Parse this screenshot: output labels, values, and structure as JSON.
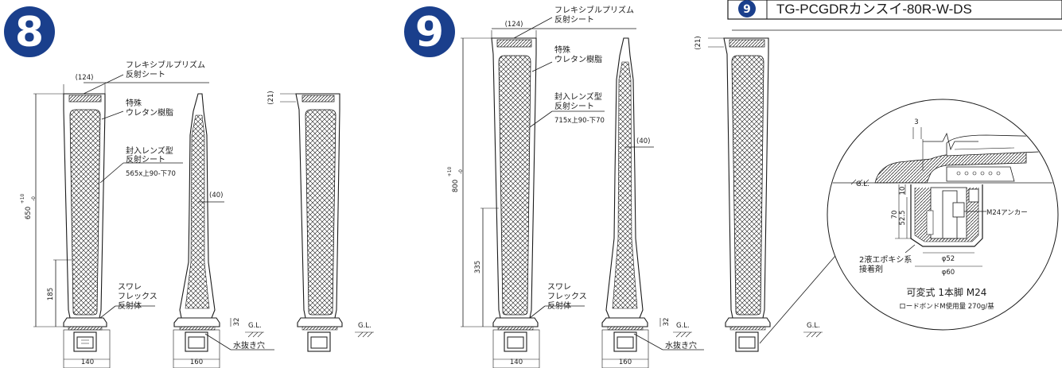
{
  "header": {
    "badge": "9",
    "product": "TG-PCGDRカンスイ-80R-W-DS"
  },
  "figure8": {
    "number": "8",
    "label_prism": [
      "フレキシブルプリズム",
      "反射シート"
    ],
    "label_special": [
      "特殊",
      "ウレタン樹脂"
    ],
    "label_lens": [
      "封入レンズ型",
      "反射シート"
    ],
    "lens_size": "565x上90-下70",
    "label_base": [
      "スワレ",
      "フレックス",
      "反射体"
    ],
    "dim_top": "(124)",
    "dim_height": "650",
    "dim_height_tol": "+10",
    "dim_height_tol2": "-0",
    "dim_lower": "185",
    "dim_thick": "(40)",
    "dim_21": "(21)",
    "dim_32": "32",
    "gl": "G.L.",
    "width_left": "140",
    "width_mid": "160",
    "drain": "水抜き穴"
  },
  "figure9": {
    "number": "9",
    "label_prism": [
      "フレキシブルプリズム",
      "反射シート"
    ],
    "label_special": [
      "特殊",
      "ウレタン樹脂"
    ],
    "label_lens": [
      "封入レンズ型",
      "反射シート"
    ],
    "lens_size": "715x上90-下70",
    "label_base": [
      "スワレ",
      "フレックス",
      "反射体"
    ],
    "dim_top": "(124)",
    "dim_height": "800",
    "dim_height_tol": "+10",
    "dim_height_tol2": "-0",
    "dim_lower": "335",
    "dim_thick": "(40)",
    "dim_21": "(21)",
    "dim_32": "32",
    "gl": "G.L.",
    "width_left": "140",
    "width_mid": "160",
    "drain": "水抜き穴"
  },
  "detail": {
    "dim_3": "3",
    "dim_10": "10",
    "dim_70": "70",
    "dim_52_5": "52.5",
    "gl": "G.L.",
    "anchor": "M24アンカー",
    "adhesive": [
      "2液エポキシ系",
      "接着剤"
    ],
    "d52": "φ52",
    "d60": "φ60",
    "type": "可変式 1本脚 M24",
    "usage": "ロードボンドM使用量 270g/基"
  },
  "colors": {
    "badge": "#1a3f8c",
    "ink": "#1a1a1a"
  }
}
